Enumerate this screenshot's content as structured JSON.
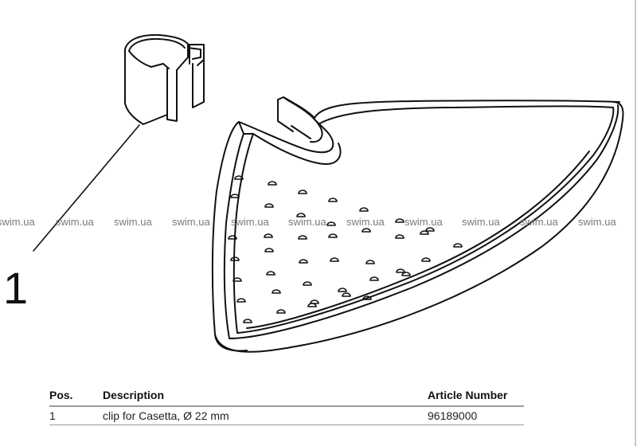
{
  "drawing": {
    "position_label": "1",
    "parts": [
      "clip",
      "corner-shower-basket"
    ]
  },
  "watermark": {
    "text": "swim.ua",
    "repeat_count": 11
  },
  "table": {
    "headers": {
      "pos": "Pos.",
      "description": "Description",
      "article": "Article Number"
    },
    "rows": [
      {
        "pos": "1",
        "description": "clip for Casetta, Ø 22 mm",
        "article": "96189000"
      }
    ]
  }
}
